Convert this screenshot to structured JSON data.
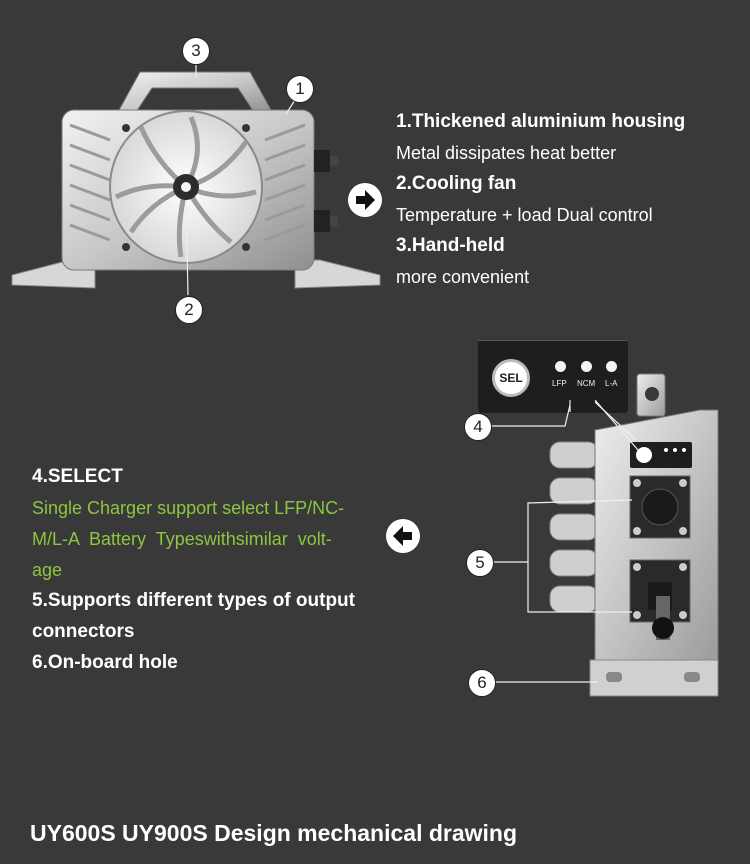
{
  "callouts": [
    "1",
    "2",
    "3",
    "4",
    "5",
    "6"
  ],
  "top_features": [
    {
      "title": "1.Thickened aluminium housing",
      "desc": "Metal dissipates heat better"
    },
    {
      "title": "2.Cooling fan",
      "desc": "Temperature + load Dual control"
    },
    {
      "title": "3.Hand-held",
      "desc": "more convenient"
    }
  ],
  "select_feature": {
    "title": "4.SELECT",
    "desc_lines": [
      "Single Charger support select LFP/NC-",
      "M/L-A  Battery  Typeswithsimilar  volt-",
      "age"
    ]
  },
  "other_features": [
    "5.Supports different types of output",
    "connectors",
    "6.On-board hole"
  ],
  "panel": {
    "button": "SEL",
    "modes": [
      "LFP",
      "NCM",
      "L-A"
    ]
  },
  "icons": {
    "right_arrow": "arrow-right-circle-icon",
    "left_arrow": "arrow-left-circle-icon"
  },
  "footer_title": "UY600S UY900S Design mechanical drawing",
  "colors": {
    "background": "#393939",
    "accent_green": "#8dc63f"
  }
}
